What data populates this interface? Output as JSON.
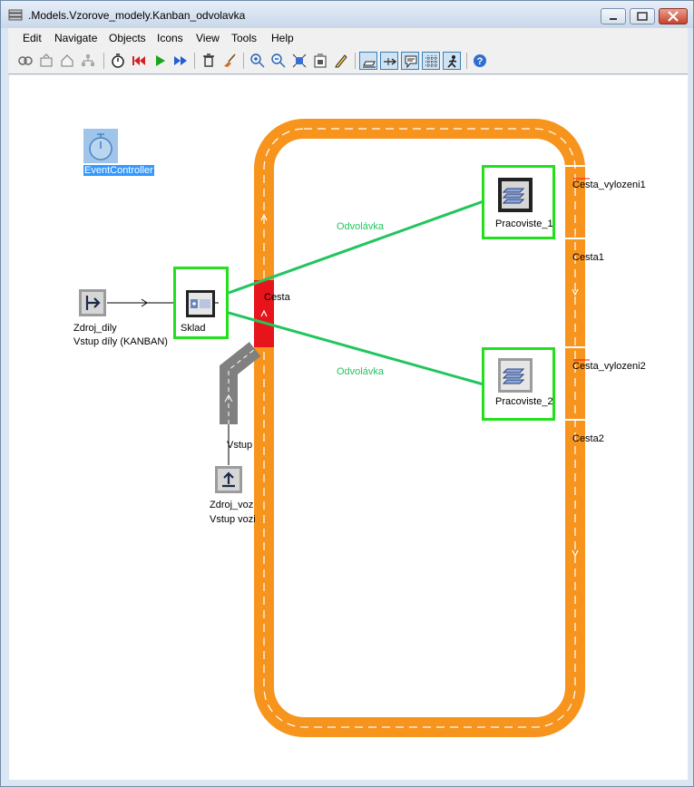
{
  "window": {
    "title": ".Models.Vzorove_modely.Kanban_odvolavka"
  },
  "menu": [
    "Edit",
    "Navigate",
    "Objects",
    "Icons",
    "View",
    "Tools",
    "Help"
  ],
  "toolbar_icons": [
    "eye-icon",
    "parent-icon",
    "home-icon",
    "tree-icon",
    "stopwatch-icon",
    "reset-icon",
    "play-icon",
    "fast-forward-icon",
    "delete-icon",
    "broom-icon",
    "zoom-in-icon",
    "zoom-out-icon",
    "fit-icon",
    "fit-page-icon",
    "pencil-icon",
    "label-icon",
    "connector-icon",
    "comment-icon",
    "grid-icon",
    "run-mode-icon",
    "help-icon"
  ],
  "model": {
    "event_controller": "EventController",
    "source_parts": {
      "name": "Zdroj_dily",
      "label": "Vstup díly (KANBAN)"
    },
    "store": "Sklad",
    "track": "Cesta",
    "source_vehicles": {
      "name": "Zdroj_voz",
      "label": "Vstup vozi"
    },
    "entry": "Vstup",
    "workstation1": "Pracoviste_1",
    "workstation2": "Pracoviste_2",
    "unload1": "Cesta_vylozeni1",
    "unload2": "Cesta_vylozeni2",
    "track1": "Cesta1",
    "track2": "Cesta2",
    "call_off1": "Odvolávka",
    "call_off2": "Odvolávka"
  },
  "colors": {
    "track": "#f7941d",
    "selected_track": "#e8141c",
    "frame": "#22e01c",
    "call_off_line": "#22c55e",
    "selection": "#3399ff"
  }
}
